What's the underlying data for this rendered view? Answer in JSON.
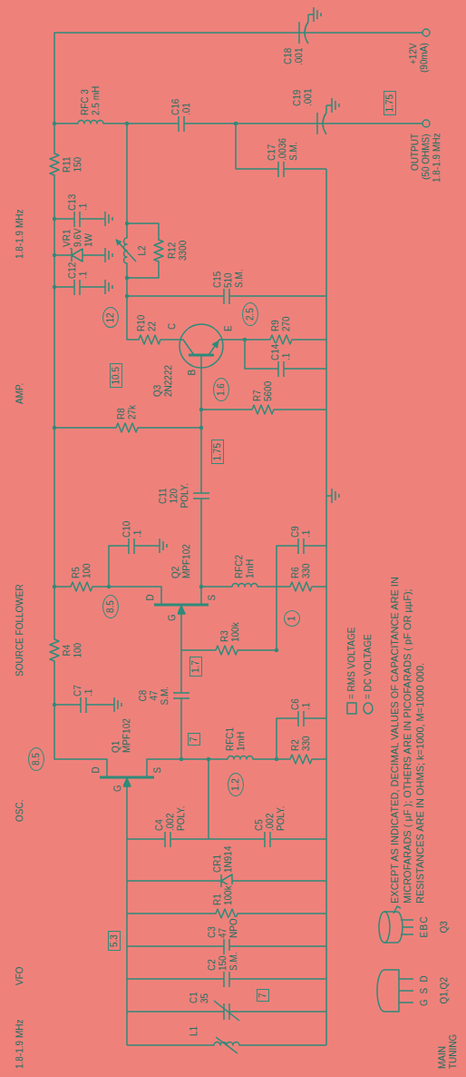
{
  "diagram": {
    "nodes": [
      {
        "text": [
          "7"
        ]
      },
      {
        "text": [
          "5.3"
        ]
      },
      {
        "text": [
          "8.5"
        ]
      },
      {
        "text": [
          "7"
        ]
      },
      {
        "text": [
          "1.2"
        ]
      },
      {
        "text": [
          "1.7"
        ]
      },
      {
        "text": [
          "8.5"
        ]
      },
      {
        "text": [
          "1"
        ]
      },
      {
        "text": [
          "1.75"
        ]
      },
      {
        "text": [
          "1.6"
        ]
      },
      {
        "text": [
          "2.5"
        ]
      },
      {
        "text": [
          "10.5"
        ]
      },
      {
        "text": [
          "12"
        ]
      },
      {
        "text": [
          "1.75"
        ]
      }
    ],
    "labels": [
      "1.8-1.9 MHz",
      "VFO",
      "OSC.",
      "SOURCE FOLLOWER",
      "AMP.",
      "1.8-1.9 MHz",
      "L1",
      "C1",
      "35",
      "C2",
      "150",
      "S.M.",
      "C3",
      "47",
      "NPO",
      "R1",
      "100k",
      "CR1",
      "1N914",
      "C4",
      ".002",
      "POLY.",
      "C5",
      ".002",
      "POLY.",
      "G",
      "D",
      "S",
      "Q1",
      "MPF102",
      "C7",
      ".1",
      "R4",
      "100",
      "C8",
      "47",
      "S.M.",
      "RFC1",
      "1mH",
      "R2",
      "330",
      "C6",
      ".1",
      "R3",
      "100k",
      "G",
      "D",
      "S",
      "Q2",
      "MPF102",
      "R5",
      "100",
      "C10",
      ".1",
      "RFC2",
      "1mH",
      "R6",
      "330",
      "C9",
      ".1",
      "C11",
      "120",
      "POLY.",
      "R8",
      "27k",
      "R7",
      "5600",
      "Q3",
      "2N2222",
      "C",
      "B",
      "E",
      "R10",
      "22",
      "C15",
      "510",
      "S.M.",
      "L2",
      "R12",
      "3300",
      "R9",
      "270",
      "C14",
      ".1",
      "C12",
      ".1",
      "VR1",
      "9.6V",
      "1W",
      "C13",
      ".1",
      "R11",
      "150",
      "RFC 3",
      "2.5 mH",
      "C16",
      ".01",
      "C17",
      ".0036",
      "S.M.",
      "C19",
      ".001",
      "C18",
      ".001",
      "OUTPUT",
      "(50 OHMS)",
      "1.8-1.9 MHz",
      "+12V",
      "(90mA)",
      "MAIN TUNING",
      "G",
      "S",
      "D",
      "Q1,Q2",
      "E",
      "B",
      "C",
      "Q3",
      "EXCEPT AS INDICATED, DECIMAL VALUES OF CAPACITANCE ARE IN MICROFARADS ( µF ); OTHERS ARE IN PICOFARADS ( pF OR µµF); RESISTANCES ARE IN OHMS; k=1000, M=1000 000."
    ],
    "legend": [
      {
        "text": "= RMS VOLTAGE"
      },
      {
        "text": "= DC VOLTAGE"
      }
    ]
  }
}
